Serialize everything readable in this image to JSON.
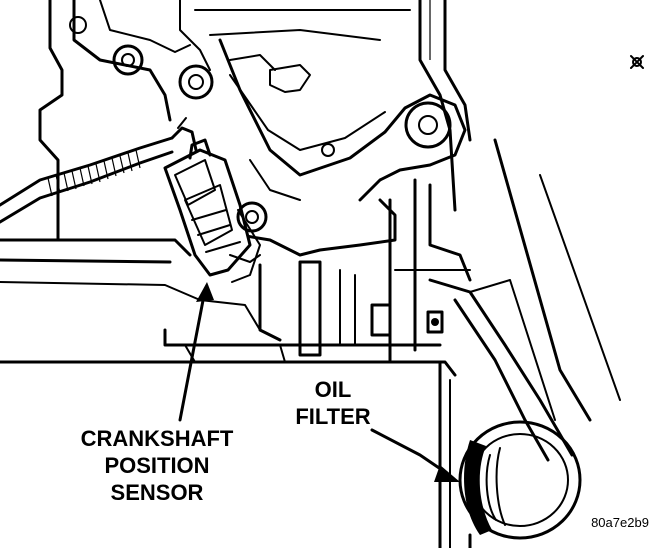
{
  "labels": {
    "crankshaft_line1": "CRANKSHAFT",
    "crankshaft_line2": "POSITION",
    "crankshaft_line3": "SENSOR",
    "oil_line1": "OIL",
    "oil_line2": "FILTER",
    "figure_code": "80a7e2b9"
  }
}
